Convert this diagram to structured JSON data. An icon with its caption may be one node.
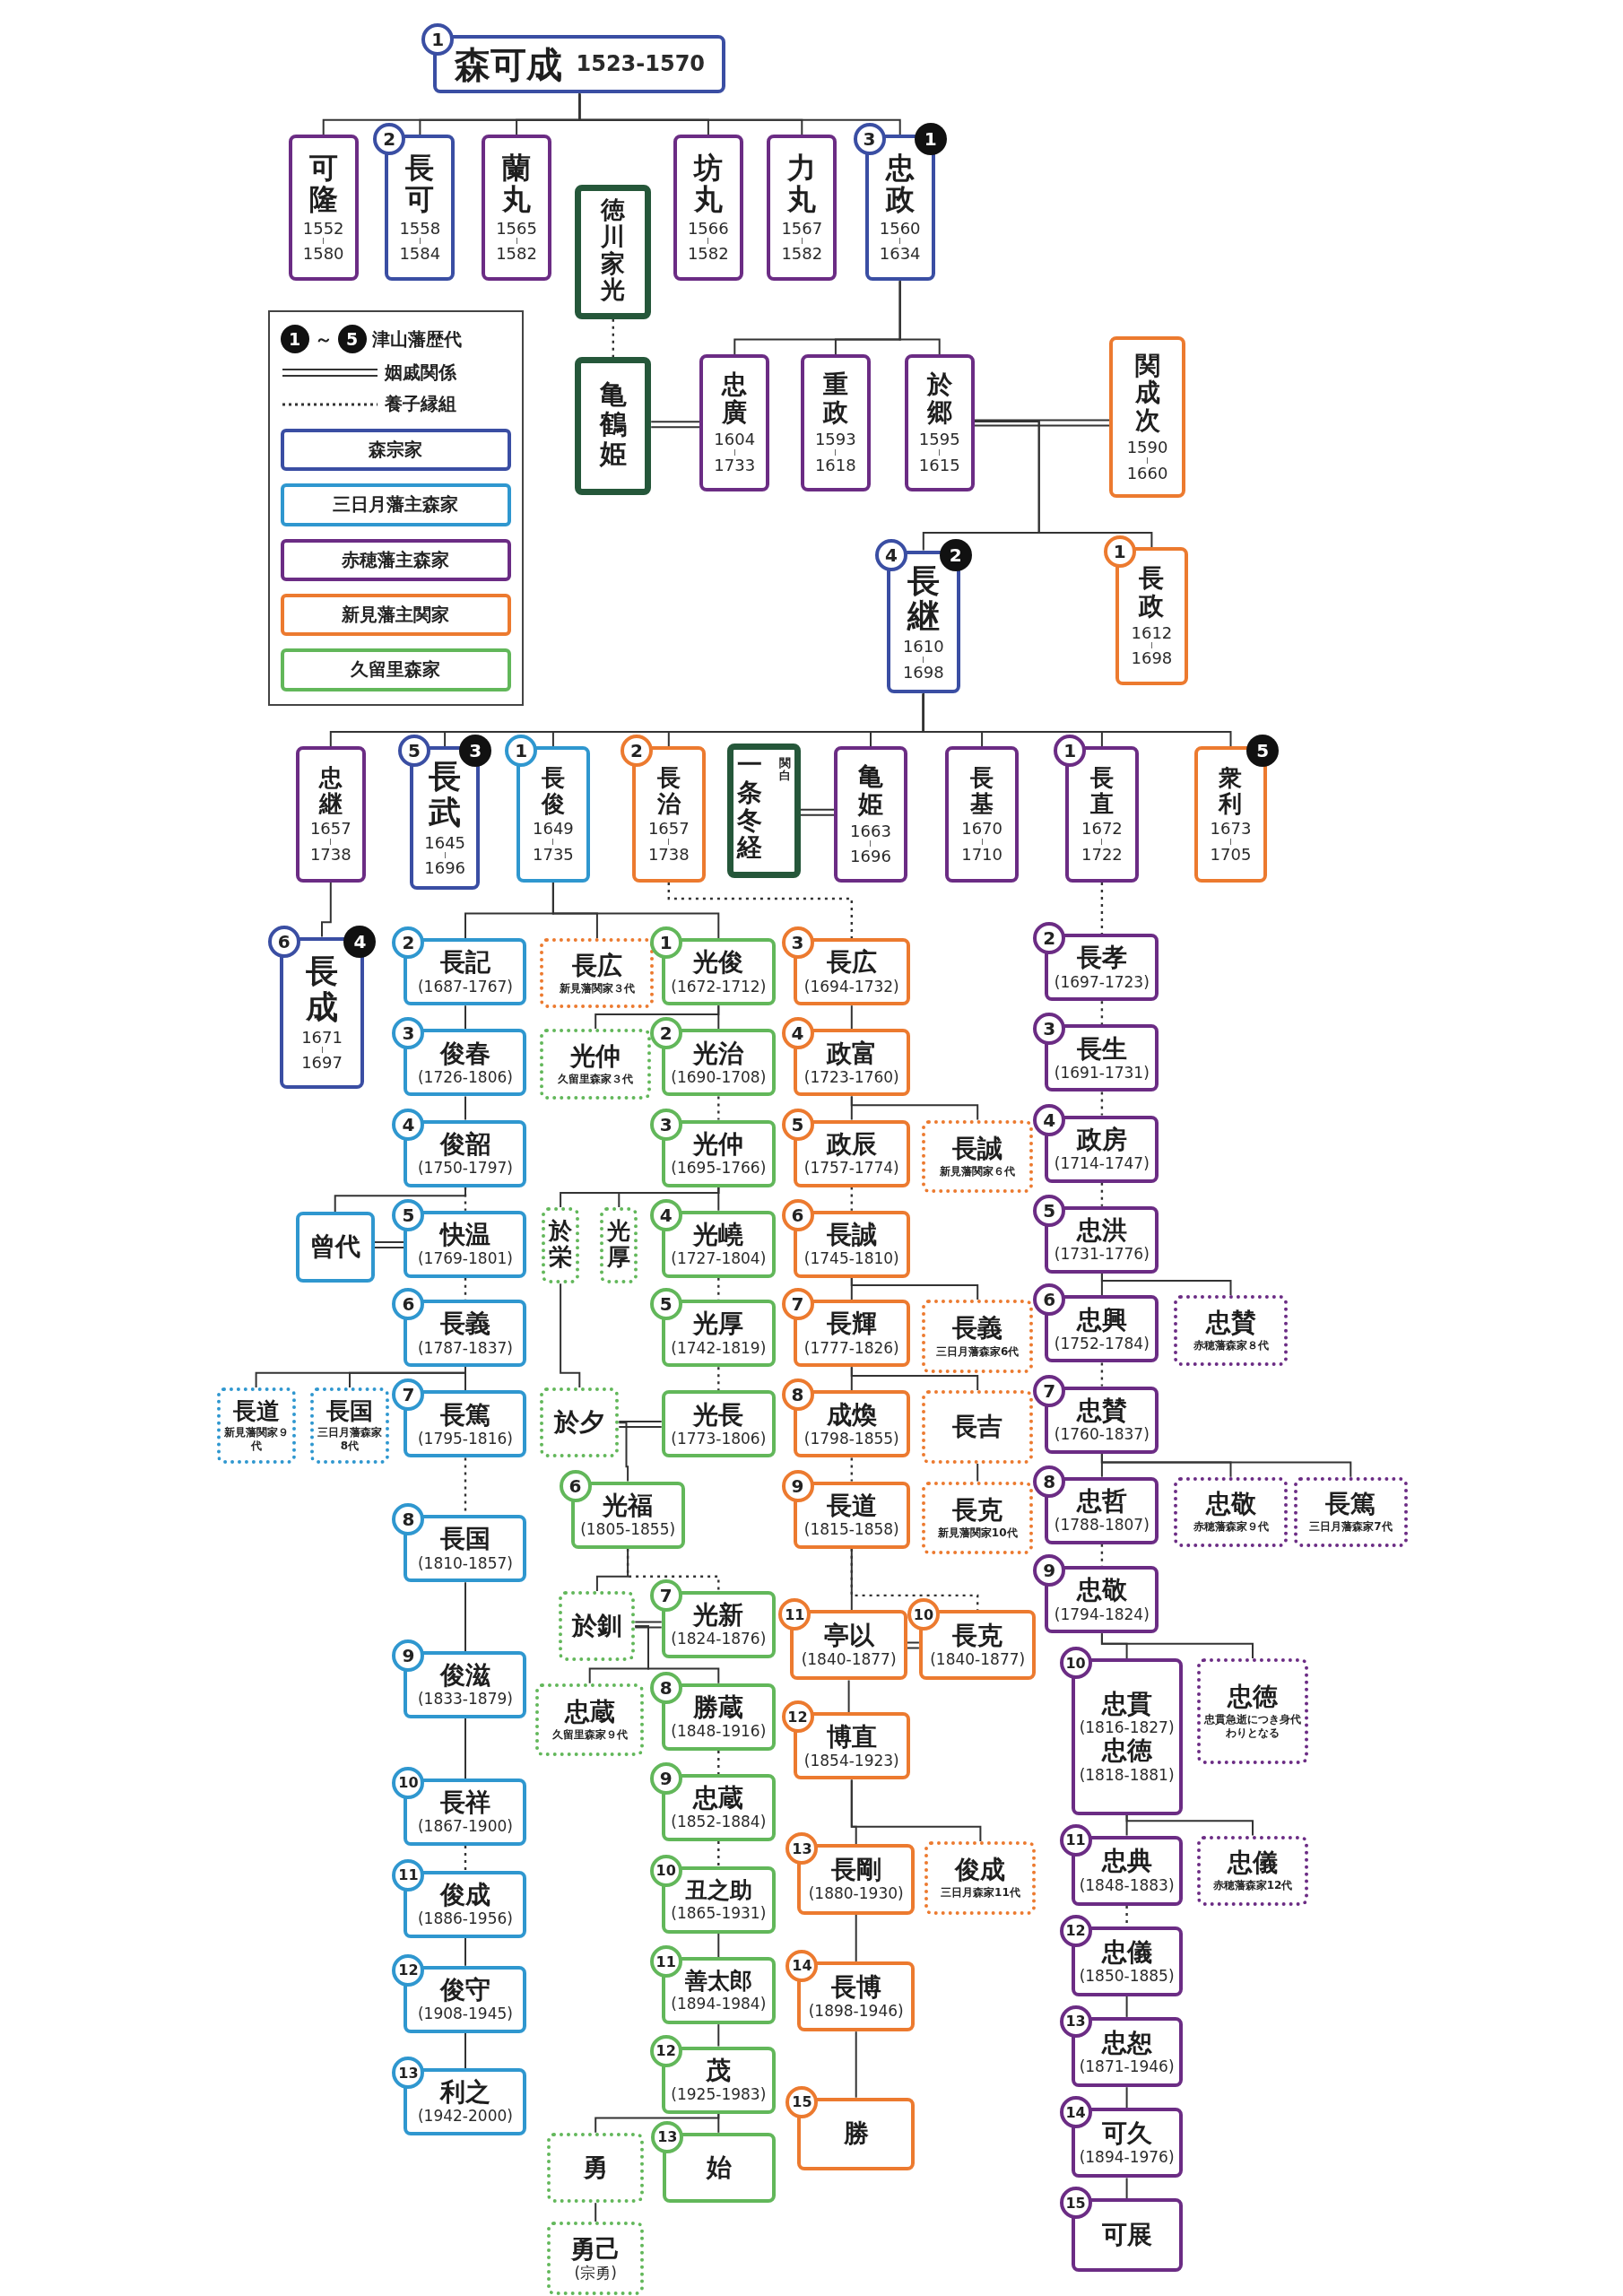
{
  "diagram": {
    "nodes": [
      {
        "text": [
          "1",
          "森可成",
          "1523-1570"
        ]
      },
      {
        "text": [
          "可隆",
          "1552",
          "1580"
        ]
      },
      {
        "text": [
          "2",
          "長可",
          "1558",
          "1584"
        ]
      },
      {
        "text": [
          "蘭丸",
          "1565",
          "1582"
        ]
      },
      {
        "text": [
          "坊丸",
          "1566",
          "1582"
        ]
      },
      {
        "text": [
          "力丸",
          "1567",
          "1582"
        ]
      },
      {
        "text": [
          "3",
          "1",
          "忠政",
          "1560",
          "1634"
        ]
      },
      {
        "text": [
          "徳川家光"
        ]
      },
      {
        "text": [
          "亀鶴姫"
        ]
      },
      {
        "text": [
          "忠廣",
          "1604",
          "1733"
        ]
      },
      {
        "text": [
          "重政",
          "1593",
          "1618"
        ]
      },
      {
        "text": [
          "於郷",
          "1595",
          "1615"
        ]
      },
      {
        "text": [
          "関成次",
          "1590",
          "1660"
        ]
      },
      {
        "text": [
          "4",
          "2",
          "長継",
          "1610",
          "1698"
        ]
      },
      {
        "text": [
          "1",
          "長政",
          "1612",
          "1698"
        ]
      },
      {
        "text": [
          "忠継",
          "1657",
          "1738"
        ]
      },
      {
        "text": [
          "5",
          "3",
          "長武",
          "1645",
          "1696"
        ]
      },
      {
        "text": [
          "1",
          "長俊",
          "1649",
          "1735"
        ]
      },
      {
        "text": [
          "2",
          "長治",
          "1657",
          "1738"
        ]
      },
      {
        "text": [
          "一条冬経",
          "関白"
        ]
      },
      {
        "text": [
          "亀姫",
          "1663",
          "1696"
        ]
      },
      {
        "text": [
          "長基",
          "1670",
          "1710"
        ]
      },
      {
        "text": [
          "1",
          "長直",
          "1672",
          "1722"
        ]
      },
      {
        "text": [
          "5",
          "衆利",
          "1673",
          "1705"
        ]
      },
      {
        "text": [
          "6",
          "4",
          "長成",
          "1671",
          "1697"
        ]
      },
      {
        "text": [
          "2",
          "長記",
          "(1687-1767)"
        ]
      },
      {
        "text": [
          "長広",
          "新見藩関家３代"
        ]
      },
      {
        "text": [
          "3",
          "俊春",
          "(1726-1806)"
        ]
      },
      {
        "text": [
          "光仲",
          "久留里森家３代"
        ]
      },
      {
        "text": [
          "4",
          "俊韶",
          "(1750-1797)"
        ]
      },
      {
        "text": [
          "曾代"
        ]
      },
      {
        "text": [
          "5",
          "快温",
          "(1769-1801)"
        ]
      },
      {
        "text": [
          "於栄"
        ]
      },
      {
        "text": [
          "光厚"
        ]
      },
      {
        "text": [
          "6",
          "長義",
          "(1787-1837)"
        ]
      },
      {
        "text": [
          "長道",
          "新見藩関家９代"
        ]
      },
      {
        "text": [
          "長国",
          "三日月藩森家8代"
        ]
      },
      {
        "text": [
          "7",
          "長篤",
          "(1795-1816)"
        ]
      },
      {
        "text": [
          "於夕"
        ]
      },
      {
        "text": [
          "8",
          "長国",
          "(1810-1857)"
        ]
      },
      {
        "text": [
          "9",
          "俊滋",
          "(1833-1879)"
        ]
      },
      {
        "text": [
          "10",
          "長祥",
          "(1867-1900)"
        ]
      },
      {
        "text": [
          "11",
          "俊成",
          "(1886-1956)"
        ]
      },
      {
        "text": [
          "12",
          "俊守",
          "(1908-1945)"
        ]
      },
      {
        "text": [
          "13",
          "利之",
          "(1942-2000)"
        ]
      },
      {
        "text": [
          "1",
          "光俊",
          "(1672-1712)"
        ]
      },
      {
        "text": [
          "2",
          "光治",
          "(1690-1708)"
        ]
      },
      {
        "text": [
          "3",
          "光仲",
          "(1695-1766)"
        ]
      },
      {
        "text": [
          "4",
          "光嶢",
          "(1727-1804)"
        ]
      },
      {
        "text": [
          "5",
          "光厚",
          "(1742-1819)"
        ]
      },
      {
        "text": [
          "光長",
          "(1773-1806)"
        ]
      },
      {
        "text": [
          "6",
          "光福",
          "(1805-1855)"
        ]
      },
      {
        "text": [
          "於釧"
        ]
      },
      {
        "text": [
          "7",
          "光新",
          "(1824-1876)"
        ]
      },
      {
        "text": [
          "忠蔵",
          "久留里森家９代"
        ]
      },
      {
        "text": [
          "8",
          "勝蔵",
          "(1848-1916)"
        ]
      },
      {
        "text": [
          "9",
          "忠蔵",
          "(1852-1884)"
        ]
      },
      {
        "text": [
          "10",
          "丑之助",
          "(1865-1931)"
        ]
      },
      {
        "text": [
          "11",
          "善太郎",
          "(1894-1984)"
        ]
      },
      {
        "text": [
          "12",
          "茂",
          "(1925-1983)"
        ]
      },
      {
        "text": [
          "勇"
        ]
      },
      {
        "text": [
          "13",
          "始"
        ]
      },
      {
        "text": [
          "勇己",
          "(宗勇)"
        ]
      },
      {
        "text": [
          "3",
          "長広",
          "(1694-1732)"
        ]
      },
      {
        "text": [
          "4",
          "政富",
          "(1723-1760)"
        ]
      },
      {
        "text": [
          "5",
          "政辰",
          "(1757-1774)"
        ]
      },
      {
        "text": [
          "長誠",
          "新見藩関家６代"
        ]
      },
      {
        "text": [
          "6",
          "長誠",
          "(1745-1810)"
        ]
      },
      {
        "text": [
          "7",
          "長輝",
          "(1777-1826)"
        ]
      },
      {
        "text": [
          "長義",
          "三日月藩森家6代"
        ]
      },
      {
        "text": [
          "8",
          "成煥",
          "(1798-1855)"
        ]
      },
      {
        "text": [
          "長吉"
        ]
      },
      {
        "text": [
          "9",
          "長道",
          "(1815-1858)"
        ]
      },
      {
        "text": [
          "長克",
          "新見藩関家10代"
        ]
      },
      {
        "text": [
          "11",
          "亭以",
          "(1840-1877)"
        ]
      },
      {
        "text": [
          "10",
          "長克",
          "(1840-1877)"
        ]
      },
      {
        "text": [
          "12",
          "博直",
          "(1854-1923)"
        ]
      },
      {
        "text": [
          "13",
          "長剛",
          "(1880-1930)"
        ]
      },
      {
        "text": [
          "俊成",
          "三日月森家11代"
        ]
      },
      {
        "text": [
          "14",
          "長博",
          "(1898-1946)"
        ]
      },
      {
        "text": [
          "15",
          "勝"
        ]
      },
      {
        "text": [
          "2",
          "長孝",
          "(1697-1723)"
        ]
      },
      {
        "text": [
          "3",
          "長生",
          "(1691-1731)"
        ]
      },
      {
        "text": [
          "4",
          "政房",
          "(1714-1747)"
        ]
      },
      {
        "text": [
          "5",
          "忠洪",
          "(1731-1776)"
        ]
      },
      {
        "text": [
          "6",
          "忠興",
          "(1752-1784)"
        ]
      },
      {
        "text": [
          "忠賛",
          "赤穂藩森家８代"
        ]
      },
      {
        "text": [
          "7",
          "忠賛",
          "(1760-1837)"
        ]
      },
      {
        "text": [
          "8",
          "忠哲",
          "(1788-1807)"
        ]
      },
      {
        "text": [
          "忠敬",
          "赤穂藩森家９代"
        ]
      },
      {
        "text": [
          "長篤",
          "三日月藩森家7代"
        ]
      },
      {
        "text": [
          "9",
          "忠敬",
          "(1794-1824)"
        ]
      },
      {
        "text": [
          "10",
          "忠貫",
          "(1816-1827)",
          "忠徳",
          "(1818-1881)"
        ]
      },
      {
        "text": [
          "忠徳",
          "忠貫急逝につき身代わりとなる"
        ]
      },
      {
        "text": [
          "11",
          "忠典",
          "(1848-1883)"
        ]
      },
      {
        "text": [
          "忠儀",
          "赤穂藩森家12代"
        ]
      },
      {
        "text": [
          "12",
          "忠儀",
          "(1850-1885)"
        ]
      },
      {
        "text": [
          "13",
          "忠恕",
          "(1871-1946)"
        ]
      },
      {
        "text": [
          "14",
          "可久",
          "(1894-1976)"
        ]
      },
      {
        "text": [
          "15",
          "可展"
        ]
      }
    ],
    "edges": [
      {
        "from": 0,
        "to": 1,
        "arrow": "none"
      },
      {
        "from": 0,
        "to": 2,
        "arrow": "none"
      },
      {
        "from": 0,
        "to": 3,
        "arrow": "none"
      },
      {
        "from": 0,
        "to": 4,
        "arrow": "none"
      },
      {
        "from": 0,
        "to": 5,
        "arrow": "none"
      },
      {
        "from": 0,
        "to": 6,
        "arrow": "none"
      },
      {
        "from": 7,
        "to": 8,
        "arrow": "none",
        "style": "dashed"
      },
      {
        "from": 8,
        "to": 9,
        "arrow": "none"
      },
      {
        "from": 6,
        "to": 9,
        "arrow": "none"
      },
      {
        "from": 6,
        "to": 10,
        "arrow": "none"
      },
      {
        "from": 6,
        "to": 11,
        "arrow": "none"
      },
      {
        "from": 11,
        "to": 12,
        "arrow": "none"
      },
      {
        "from": 11,
        "to": 13,
        "arrow": "none"
      },
      {
        "from": 11,
        "to": 14,
        "arrow": "none"
      },
      {
        "from": 13,
        "to": 15,
        "arrow": "none"
      },
      {
        "from": 13,
        "to": 16,
        "arrow": "none"
      },
      {
        "from": 13,
        "to": 17,
        "arrow": "none"
      },
      {
        "from": 13,
        "to": 18,
        "arrow": "none"
      },
      {
        "from": 13,
        "to": 20,
        "arrow": "none"
      },
      {
        "from": 13,
        "to": 21,
        "arrow": "none"
      },
      {
        "from": 13,
        "to": 22,
        "arrow": "none"
      },
      {
        "from": 13,
        "to": 23,
        "arrow": "none"
      },
      {
        "from": 19,
        "to": 20,
        "arrow": "none"
      },
      {
        "from": 15,
        "to": 24,
        "arrow": "none"
      },
      {
        "from": 17,
        "to": 25,
        "arrow": "none"
      },
      {
        "from": 17,
        "to": 26,
        "arrow": "none"
      },
      {
        "from": 17,
        "to": 45,
        "arrow": "none"
      },
      {
        "from": 18,
        "to": 63,
        "arrow": "none",
        "style": "dashed"
      },
      {
        "from": 22,
        "to": 81,
        "arrow": "none",
        "style": "dashed"
      },
      {
        "from": 25,
        "to": 27,
        "arrow": "none"
      },
      {
        "from": 27,
        "to": 29,
        "arrow": "none"
      },
      {
        "from": 29,
        "to": 30,
        "arrow": "none"
      },
      {
        "from": 29,
        "to": 31,
        "arrow": "none",
        "style": "dashed"
      },
      {
        "from": 30,
        "to": 31,
        "arrow": "none"
      },
      {
        "from": 31,
        "to": 34,
        "arrow": "none",
        "style": "dashed"
      },
      {
        "from": 34,
        "to": 35,
        "arrow": "none"
      },
      {
        "from": 34,
        "to": 36,
        "arrow": "none"
      },
      {
        "from": 34,
        "to": 37,
        "arrow": "none"
      },
      {
        "from": 37,
        "to": 39,
        "arrow": "none",
        "style": "dashed"
      },
      {
        "from": 39,
        "to": 40,
        "arrow": "none"
      },
      {
        "from": 40,
        "to": 41,
        "arrow": "none"
      },
      {
        "from": 41,
        "to": 42,
        "arrow": "none",
        "style": "dashed"
      },
      {
        "from": 42,
        "to": 43,
        "arrow": "none"
      },
      {
        "from": 43,
        "to": 44,
        "arrow": "none"
      },
      {
        "from": 45,
        "to": 28,
        "arrow": "none"
      },
      {
        "from": 45,
        "to": 46,
        "arrow": "none"
      },
      {
        "from": 46,
        "to": 47,
        "arrow": "none",
        "style": "dashed"
      },
      {
        "from": 47,
        "to": 32,
        "arrow": "none"
      },
      {
        "from": 47,
        "to": 33,
        "arrow": "none"
      },
      {
        "from": 47,
        "to": 48,
        "arrow": "none"
      },
      {
        "from": 48,
        "to": 49,
        "arrow": "none",
        "style": "dashed"
      },
      {
        "from": 49,
        "to": 50,
        "arrow": "none",
        "style": "dashed"
      },
      {
        "from": 32,
        "to": 38,
        "arrow": "none"
      },
      {
        "from": 38,
        "to": 50,
        "arrow": "none"
      },
      {
        "from": 38,
        "to": 51,
        "arrow": "none"
      },
      {
        "from": 51,
        "to": 52,
        "arrow": "none"
      },
      {
        "from": 51,
        "to": 53,
        "arrow": "none",
        "style": "dashed"
      },
      {
        "from": 52,
        "to": 53,
        "arrow": "none"
      },
      {
        "from": 52,
        "to": 54,
        "arrow": "none"
      },
      {
        "from": 52,
        "to": 55,
        "arrow": "none"
      },
      {
        "from": 55,
        "to": 56,
        "arrow": "none",
        "style": "dashed"
      },
      {
        "from": 56,
        "to": 57,
        "arrow": "none",
        "style": "dashed"
      },
      {
        "from": 57,
        "to": 58,
        "arrow": "none"
      },
      {
        "from": 58,
        "to": 59,
        "arrow": "none"
      },
      {
        "from": 59,
        "to": 60,
        "arrow": "none"
      },
      {
        "from": 59,
        "to": 61,
        "arrow": "none"
      },
      {
        "from": 60,
        "to": 62,
        "arrow": "none"
      },
      {
        "from": 63,
        "to": 64,
        "arrow": "none"
      },
      {
        "from": 64,
        "to": 65,
        "arrow": "none"
      },
      {
        "from": 64,
        "to": 66,
        "arrow": "none"
      },
      {
        "from": 65,
        "to": 67,
        "arrow": "none",
        "style": "dashed"
      },
      {
        "from": 67,
        "to": 68,
        "arrow": "none"
      },
      {
        "from": 67,
        "to": 69,
        "arrow": "none"
      },
      {
        "from": 68,
        "to": 70,
        "arrow": "none"
      },
      {
        "from": 68,
        "to": 71,
        "arrow": "none"
      },
      {
        "from": 70,
        "to": 72,
        "arrow": "none",
        "style": "dashed"
      },
      {
        "from": 71,
        "to": 73,
        "arrow": "none"
      },
      {
        "from": 72,
        "to": 74,
        "arrow": "none"
      },
      {
        "from": 72,
        "to": 75,
        "arrow": "none",
        "style": "dashed"
      },
      {
        "from": 74,
        "to": 75,
        "arrow": "none"
      },
      {
        "from": 74,
        "to": 76,
        "arrow": "none"
      },
      {
        "from": 76,
        "to": 77,
        "arrow": "none"
      },
      {
        "from": 76,
        "to": 78,
        "arrow": "none"
      },
      {
        "from": 77,
        "to": 79,
        "arrow": "none"
      },
      {
        "from": 79,
        "to": 80,
        "arrow": "none"
      },
      {
        "from": 81,
        "to": 82,
        "arrow": "none",
        "style": "dashed"
      },
      {
        "from": 82,
        "to": 83,
        "arrow": "none",
        "style": "dashed"
      },
      {
        "from": 83,
        "to": 84,
        "arrow": "none",
        "style": "dashed"
      },
      {
        "from": 84,
        "to": 85,
        "arrow": "none"
      },
      {
        "from": 84,
        "to": 86,
        "arrow": "none"
      },
      {
        "from": 85,
        "to": 87,
        "arrow": "none",
        "style": "dashed"
      },
      {
        "from": 87,
        "to": 88,
        "arrow": "none"
      },
      {
        "from": 87,
        "to": 89,
        "arrow": "none"
      },
      {
        "from": 87,
        "to": 90,
        "arrow": "none"
      },
      {
        "from": 88,
        "to": 91,
        "arrow": "none",
        "style": "dashed"
      },
      {
        "from": 91,
        "to": 92,
        "arrow": "none"
      },
      {
        "from": 91,
        "to": 93,
        "arrow": "none"
      },
      {
        "from": 92,
        "to": 94,
        "arrow": "none"
      },
      {
        "from": 92,
        "to": 95,
        "arrow": "none"
      },
      {
        "from": 94,
        "to": 96,
        "arrow": "none",
        "style": "dashed"
      },
      {
        "from": 96,
        "to": 97,
        "arrow": "none"
      },
      {
        "from": 97,
        "to": 98,
        "arrow": "none"
      },
      {
        "from": 98,
        "to": 99,
        "arrow": "none"
      }
    ],
    "labels": [
      "1",
      "～",
      "5"
    ],
    "legend": [
      {
        "text": "津山藩歴代"
      },
      {
        "text": "姻戚関係"
      },
      {
        "text": "養子縁組"
      },
      {
        "text": "森宗家",
        "color": "#3a4ea3"
      },
      {
        "text": "三日月藩主森家",
        "color": "#2f97cf"
      },
      {
        "text": "赤穂藩主森家",
        "color": "#6b2c84"
      },
      {
        "text": "新見藩主関家",
        "color": "#ec7a2f"
      },
      {
        "text": "久留里森家",
        "color": "#62b75a"
      }
    ]
  }
}
